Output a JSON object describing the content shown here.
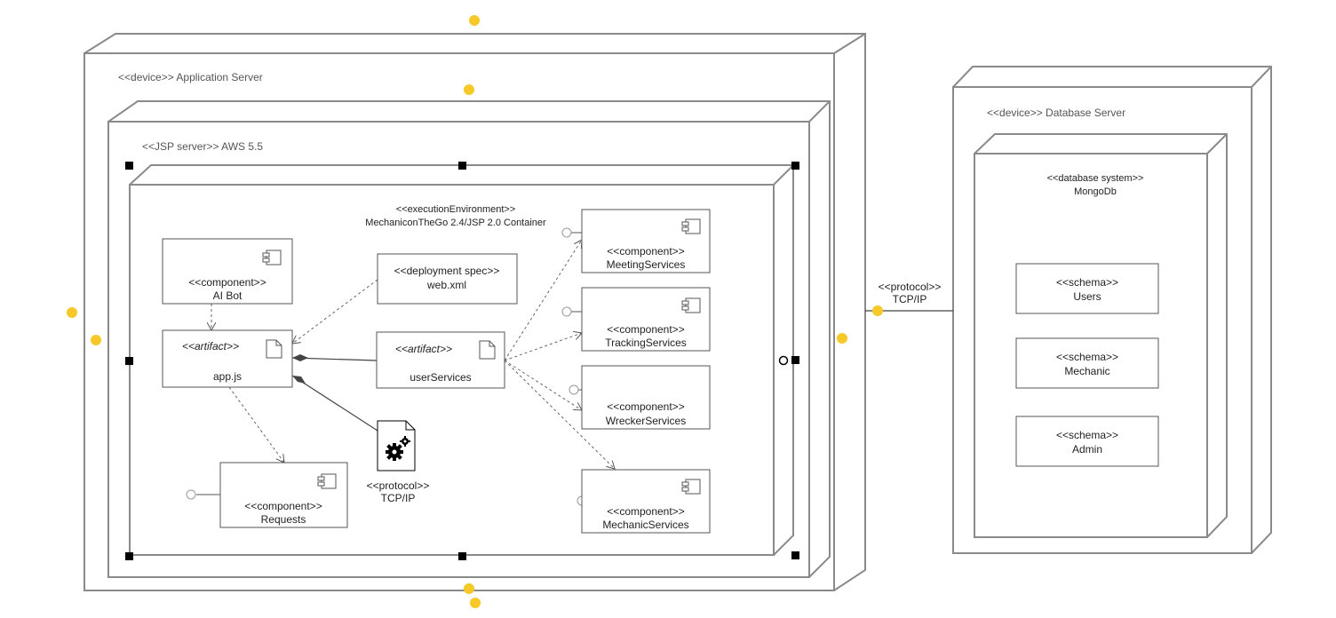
{
  "app_server": {
    "label": "<<device>> Application Server",
    "jsp_server": {
      "label": "<<JSP server>> AWS 5.5",
      "exec_env": {
        "stereotype": "<<executionEnvironment>>",
        "name": "MechaniconTheGo 2.4/JSP 2.0 Container",
        "ai_bot": {
          "stereotype": "<<component>>",
          "name": "AI Bot"
        },
        "app_js": {
          "stereotype": "<<artifact>>",
          "name": "app.js"
        },
        "requests": {
          "stereotype": "<<component>>",
          "name": "Requests"
        },
        "web_xml": {
          "stereotype": "<<deployment spec>>",
          "name": "web.xml"
        },
        "user_services": {
          "stereotype": "<<artifact>>",
          "name": "userServices"
        },
        "protocol": {
          "stereotype": "<<protocol>>",
          "name": "TCP/IP"
        },
        "meeting": {
          "stereotype": "<<component>>",
          "name": "MeetingServices"
        },
        "tracking": {
          "stereotype": "<<component>>",
          "name": "TrackingServices"
        },
        "wrecker": {
          "stereotype": "<<component>>",
          "name": "WreckerServices"
        },
        "mechanic": {
          "stereotype": "<<component>>",
          "name": "MechanicServices"
        }
      }
    }
  },
  "link": {
    "stereotype": "<<protocol>>",
    "name": "TCP/IP"
  },
  "db_server": {
    "label": "<<device>> Database Server",
    "db_system": {
      "stereotype": "<<database system>>",
      "name": "MongoDb",
      "schemas": [
        {
          "stereotype": "<<schema>>",
          "name": "Users"
        },
        {
          "stereotype": "<<schema>>",
          "name": "Mechanic"
        },
        {
          "stereotype": "<<schema>>",
          "name": "Admin"
        }
      ]
    }
  },
  "colors": {
    "node_stroke": "#8a8a8a",
    "box_stroke": "#555555",
    "handle": "#000000",
    "anchor_dot": "#f7c928"
  }
}
